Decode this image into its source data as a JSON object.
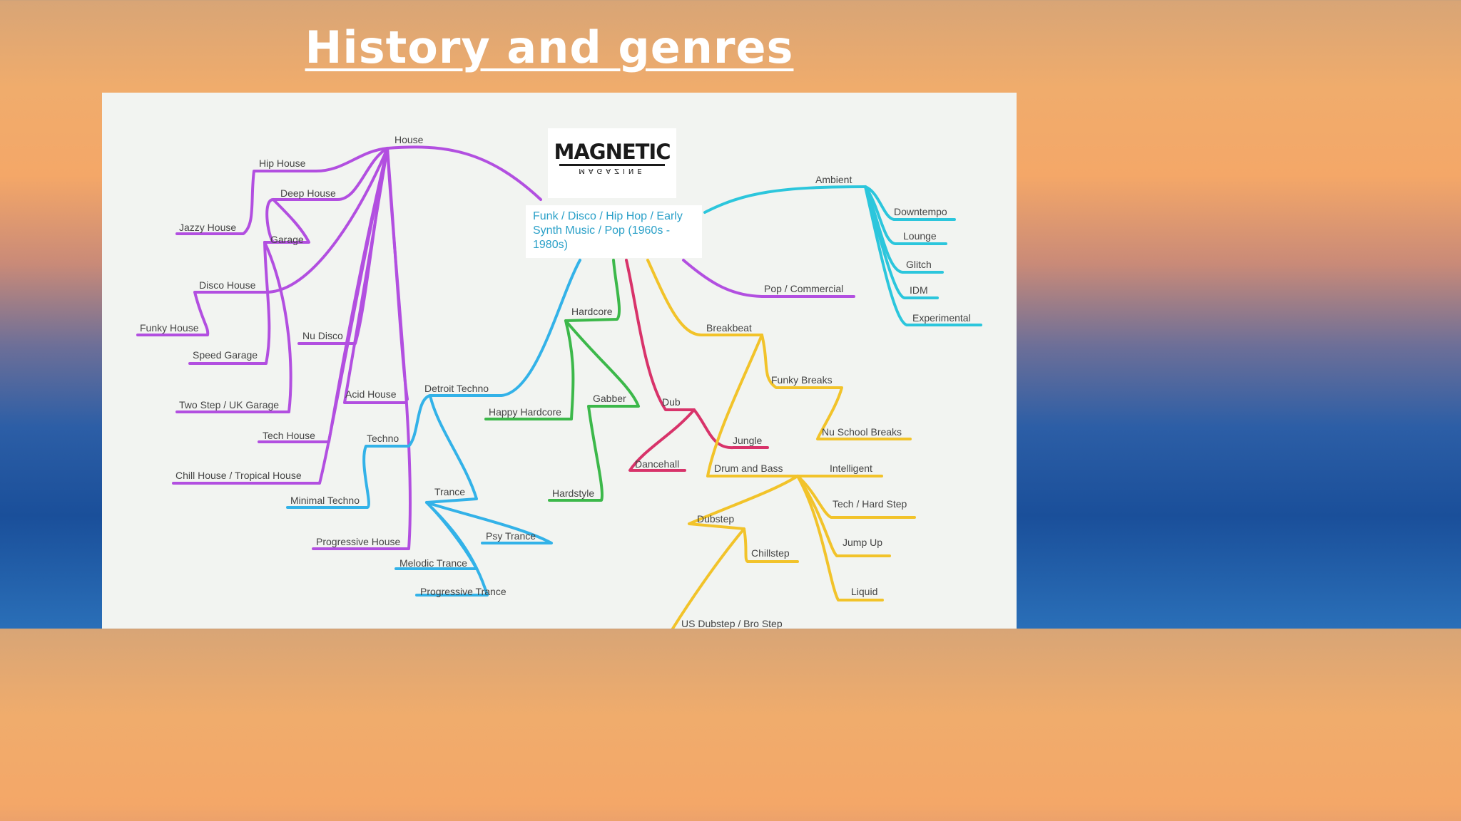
{
  "title": "History and genres",
  "logo": {
    "name": "MAGNETIC",
    "sub": "MAGAZINE"
  },
  "center": "Funk / Disco / Hip Hop / Early Synth Music / Pop (1960s - 1980s)",
  "colors": {
    "house": "#b24fe0",
    "ambient": "#2cc6dc",
    "techno": "#33b2e8",
    "hardcore": "#3cb84a",
    "dub": "#d8336a",
    "breakbeat": "#f2c32a"
  },
  "labels": {
    "house": "House",
    "hip_house": "Hip House",
    "deep_house": "Deep House",
    "jazzy_house": "Jazzy House",
    "garage": "Garage",
    "disco_house": "Disco House",
    "funky_house": "Funky House",
    "nu_disco": "Nu Disco",
    "speed_garage": "Speed Garage",
    "acid_house": "Acid House",
    "two_step": "Two Step / UK Garage",
    "tech_house": "Tech House",
    "chill_house": "Chill House / Tropical House",
    "progressive_house": "Progressive House",
    "ambient": "Ambient",
    "downtempo": "Downtempo",
    "lounge": "Lounge",
    "glitch": "Glitch",
    "idm": "IDM",
    "experimental": "Experimental",
    "pop_commercial": "Pop / Commercial",
    "detroit_techno": "Detroit Techno",
    "techno": "Techno",
    "minimal_techno": "Minimal Techno",
    "trance": "Trance",
    "psy_trance": "Psy Trance",
    "melodic_trance": "Melodic Trance",
    "progressive_trance": "Progressive Trance",
    "hardcore": "Hardcore",
    "happy_hardcore": "Happy Hardcore",
    "gabber": "Gabber",
    "hardstyle": "Hardstyle",
    "dub": "Dub",
    "dancehall": "Dancehall",
    "jungle": "Jungle",
    "breakbeat": "Breakbeat",
    "funky_breaks": "Funky Breaks",
    "nu_school_breaks": "Nu School Breaks",
    "drum_and_bass": "Drum and Bass",
    "intelligent": "Intelligent",
    "tech_hard_step": "Tech / Hard Step",
    "jump_up": "Jump Up",
    "liquid": "Liquid",
    "dubstep": "Dubstep",
    "chillstep": "Chillstep",
    "us_dubstep": "US Dubstep / Bro Step"
  }
}
